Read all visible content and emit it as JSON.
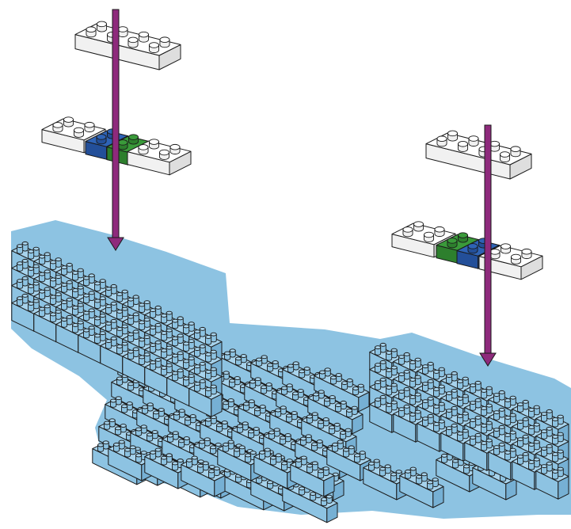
{
  "colors": {
    "background": "#ffffff",
    "outline": "#1a1a1a",
    "model_top": "#a7d3ec",
    "model_left": "#8dc3e2",
    "model_right": "#76b0d4",
    "white_top": "#ffffff",
    "white_left": "#f1f1f1",
    "white_right": "#dedede",
    "blue_top": "#2e63b6",
    "blue_left": "#234f99",
    "blue_right": "#1a3f7e",
    "green_top": "#3a9a3a",
    "green_left": "#2d7f2d",
    "green_right": "#226622",
    "arrow": "#8e2a7c"
  },
  "assemblies": [
    {
      "name": "left-assembly",
      "icons": [
        "white-plate-icon",
        "white-plate-icon",
        "white-plate-icon",
        "blue-plate-icon",
        "green-plate-icon",
        "arrow-down-icon"
      ]
    },
    {
      "name": "right-assembly",
      "icons": [
        "white-plate-icon",
        "white-plate-icon",
        "white-plate-icon",
        "green-plate-icon",
        "blue-plate-icon",
        "arrow-down-icon"
      ]
    }
  ],
  "model": {
    "name": "light-blue-brick-model",
    "icon": "brick-stud-icon"
  }
}
